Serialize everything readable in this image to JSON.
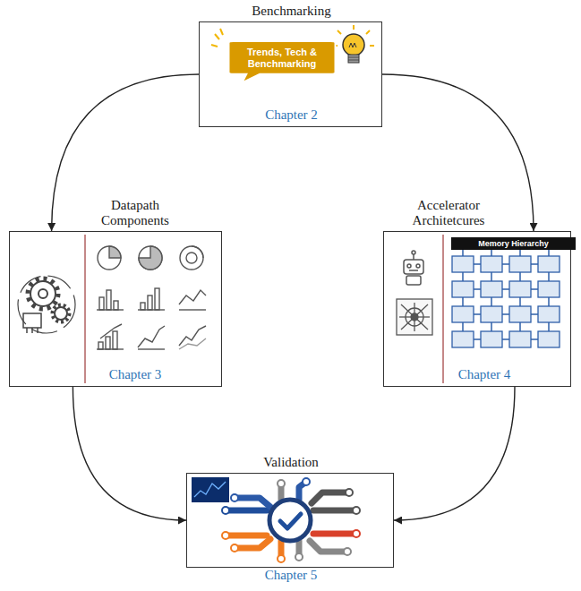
{
  "diagram": {
    "nodes": [
      {
        "text": [
          "Benchmarking",
          "Chapter 2"
        ]
      },
      {
        "text": [
          "Trends, Tech & Benchmarking"
        ],
        "in": 0
      },
      {
        "text": [
          "Datapath Components",
          "Chapter 3"
        ]
      },
      {
        "text": [
          "Accelerator Architetcures",
          "Chapter 4"
        ]
      },
      {
        "text": [
          "Memory Hierarchy"
        ],
        "in": 3
      },
      {
        "text": [
          "Validation",
          "Chapter 5"
        ]
      }
    ],
    "edges": [
      {
        "from": 0,
        "to": 2,
        "arrow": "to"
      },
      {
        "from": 0,
        "to": 3,
        "arrow": "to"
      },
      {
        "from": 2,
        "to": 5,
        "arrow": "to"
      },
      {
        "from": 3,
        "to": 5,
        "arrow": "to"
      }
    ]
  }
}
